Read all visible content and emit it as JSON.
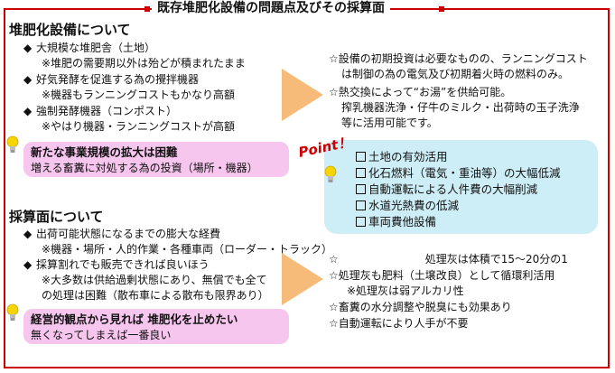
{
  "title": "既存堆肥化設備の問題点及びその採算面",
  "facility_section": {
    "heading": "堆肥化設備について",
    "items": [
      {
        "bullet": "◆",
        "text": "大規模な堆肥舎（土地）"
      },
      {
        "bullet": "",
        "text": "※堆肥の需要期以外は殆どが積まれたまま"
      },
      {
        "bullet": "◆",
        "text": "好気発酵を促進する為の攪拌機器"
      },
      {
        "bullet": "",
        "text": "※機器もランニングコストもかなり高額"
      },
      {
        "bullet": "◆",
        "text": "強制発酵機器（コンポスト）"
      },
      {
        "bullet": "",
        "text": "※やはり機器・ランニングコストが高額"
      }
    ],
    "tip_bold": "新たな事業規模の拡大は困難",
    "tip_text": "増える畜糞に対処する為の投資（場所・機器）"
  },
  "right_top": {
    "lines": [
      "☆設備の初期投資は必要なものの、ランニングコスト",
      "は制御の為の電気及び初期着火時の燃料のみ。",
      "☆熱交換によって“お湯”を供給可能。",
      "搾乳機器洗浄・仔牛のミルク・出荷時の玉子洗浄",
      "等に活用可能です。"
    ]
  },
  "point": {
    "label": "Point！",
    "items": [
      "土地の有効活用",
      "化石燃料（電気・重油等）の大幅低減",
      "自動運転による人件費の大幅削減",
      "水道光熱費の低減",
      "車両費他設備"
    ]
  },
  "profit_section": {
    "heading": "採算面について",
    "items": [
      {
        "bullet": "◆",
        "text": "出荷可能状態になるまでの膨大な経費"
      },
      {
        "bullet": "",
        "text": "※機器・場所・人的作業・各種車両（ローダー・トラック）"
      },
      {
        "bullet": "◆",
        "text": "採算割れでも販売できれば良いほう"
      },
      {
        "bullet": "",
        "text": "※大多数は供給過剰状態にあり、無償でも全て"
      },
      {
        "bullet": "",
        "text": "の処理は困難（散布車による散布も限界あり）"
      }
    ],
    "tip_bold": "経営的観点から見れば 堆肥化を止めたい",
    "tip_text": "無くなってしまえば一番良い"
  },
  "right_bottom": {
    "lines": [
      "☆　　　　　　　　処理灰は体積で15～20分の1",
      "☆処理灰も肥料（土壌改良）として循環利活用",
      "※処理灰は弱アルカリ性",
      "☆畜糞の水分調整や脱臭にも効果あり",
      "☆自動運転により人手が不要"
    ]
  },
  "colors": {
    "frame": "#cc0000",
    "pink_box": "#f6c6ee",
    "cyan_box": "#cdeef6",
    "arrow": "#f5b46a",
    "bulb": "#f5d400"
  }
}
